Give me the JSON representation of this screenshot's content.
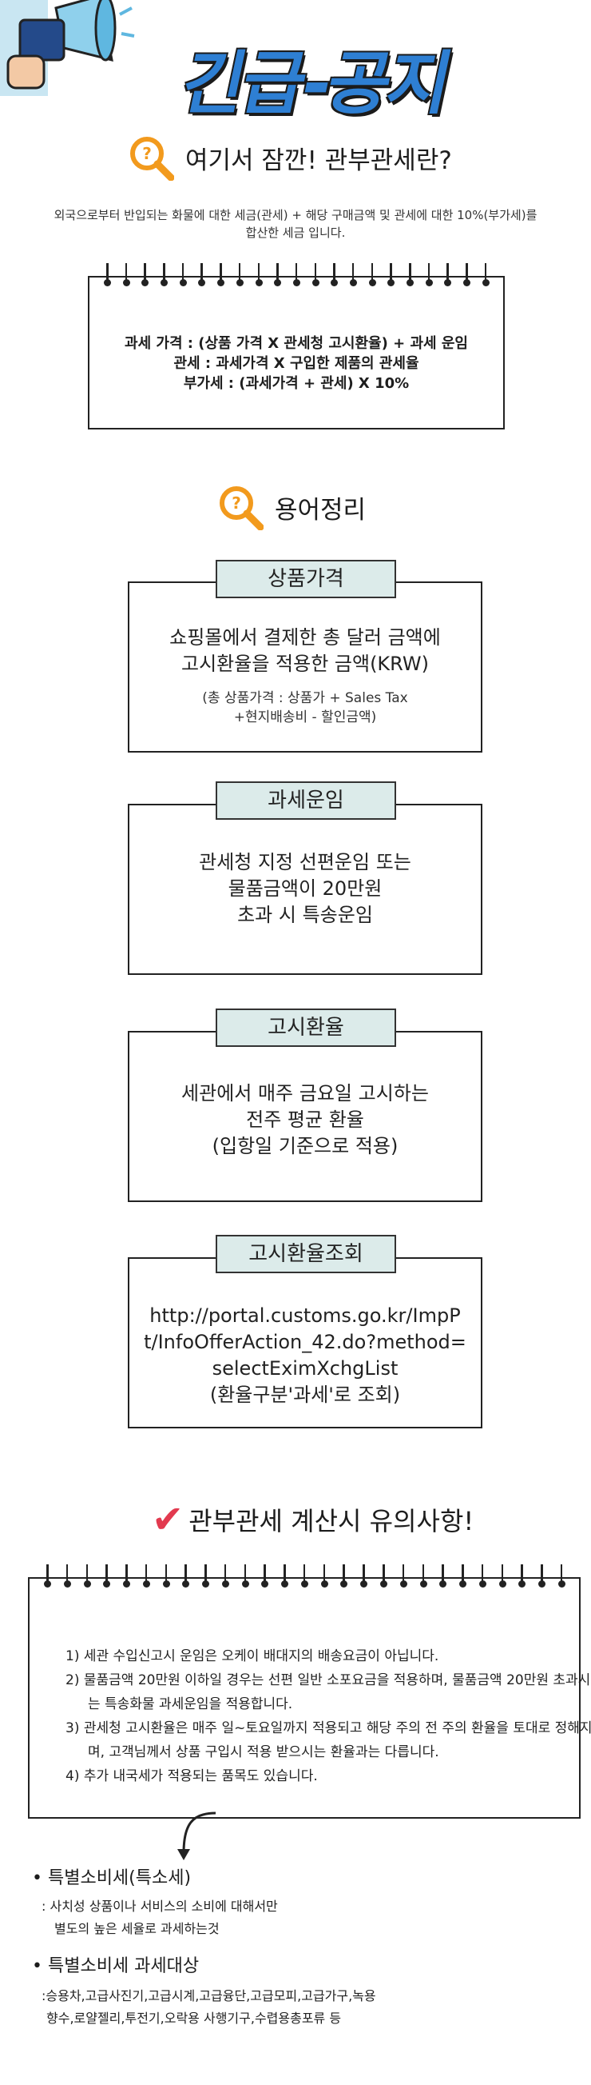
{
  "header": {
    "banner_title": "긴급-공지",
    "megaphone_icon": "megaphone-icon"
  },
  "tariff_intro": {
    "heading": "여기서 잠깐! 관부관세란?",
    "desc_line1": "외국으로부터 반입되는 화물에 대한 세금(관세) + 해당 구매금액 및 관세에 대한 10%(부가세)를",
    "desc_line2": "합산한 세금 입니다.",
    "formula_line1": "과세 가격 : (상품 가격 X 관세청 고시환율) + 과세 운임",
    "formula_line2": "관세 : 과세가격 X 구입한 제품의 관세율",
    "formula_line3": "부가세 : (과세가격 + 관세) X 10%"
  },
  "glossary": {
    "heading": "용어정리",
    "terms": [
      {
        "label": "상품가격",
        "main1": "쇼핑몰에서 결제한 총 달러 금액에",
        "main2": "고시환율을 적용한 금액(KRW)",
        "sub1": "(총 상품가격 : 상품가 + Sales Tax",
        "sub2": "+현지배송비 - 할인금액)"
      },
      {
        "label": "과세운임",
        "main1": "관세청 지정 선편운임 또는",
        "main2": "물품금액이 20만원",
        "main3": "초과 시 특송운임"
      },
      {
        "label": "고시환율",
        "main1": "세관에서 매주 금요일 고시하는",
        "main2": "전주 평균 환율",
        "main3": "(입항일 기준으로 적용)"
      },
      {
        "label": "고시환율조회",
        "main1": "http://portal.customs.go.kr/ImpP",
        "main2": "t/InfoOfferAction_42.do?method=",
        "main3": "selectEximXchgList",
        "main4": "(환율구분'과세'로 조회)"
      }
    ]
  },
  "caution": {
    "heading": "관부관세 계산시 유의사항!",
    "items": [
      "1) 세관 수입신고시 운임은 오케이 배대지의 배송요금이 아닙니다.",
      "2) 물품금액 20만원 이하일 경우는 선편 일반 소포요금을 적용하며, 물품금액 20만원 초과시는 특송화물 과세운임을 적용합니다.",
      "3) 관세청 고시환율은 매주 일~토요일까지 적용되고 해당 주의 전 주의 환율을 토대로 정해지며, 고객님께서 상품 구입시 적용 받으시는 환율과는 다릅니다.",
      "4) 추가 내국세가 적용되는 품목도 있습니다."
    ]
  },
  "special_tax": {
    "title1": "• 특별소비세(특소세)",
    "desc1_line1": ": 사치성 상품이나 서비스의 소비에 대해서만",
    "desc1_line2": "별도의 높은 세율로 과세하는것",
    "title2": "• 특별소비세 과세대상",
    "desc2_line1": ":승용차,고급사진기,고급시계,고급융단,고급모피,고급가구,녹용",
    "desc2_line2": "향수,로얄젤리,투전기,오락용 사행기구,수렵용총포류 등"
  },
  "colors": {
    "banner_blue": "#2e7fd3",
    "label_bg": "#dcebea",
    "search_orange": "#f29a1d",
    "check_red": "#e23a4f"
  }
}
